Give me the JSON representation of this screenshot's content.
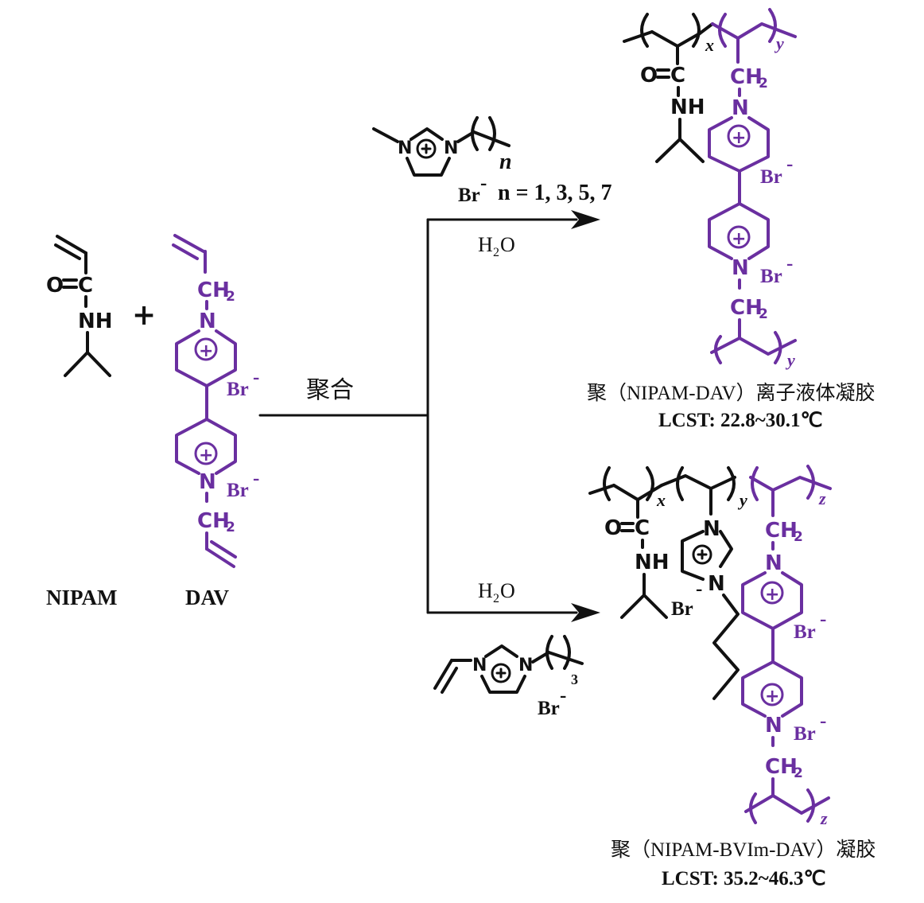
{
  "scheme": {
    "reactants": {
      "nipam": {
        "label": "NIPAM",
        "atoms": {
          "O": "O",
          "C": "C",
          "NH": "NH"
        }
      },
      "plus": "+",
      "dav": {
        "label": "DAV",
        "atoms": {
          "CH": "CH",
          "sub2": "2",
          "N": "N",
          "Br": "Br",
          "minus": "-",
          "charge": "+"
        }
      }
    },
    "polymerization_label": "聚合",
    "upper_route": {
      "reagent": {
        "atoms": {
          "N": "N",
          "Br": "Br",
          "minus": "-",
          "n": "n"
        },
        "condition": "n = 1, 3, 5, 7"
      },
      "solvent": {
        "H": "H",
        "sub": "2",
        "O": "O"
      },
      "product": {
        "subscripts": {
          "x": "x",
          "y": "y"
        },
        "caption": "聚（NIPAM-DAV）离子液体凝胶",
        "lcst": "LCST: 22.8~30.1℃"
      }
    },
    "lower_route": {
      "reagent": {
        "atoms": {
          "N": "N",
          "Br": "Br",
          "minus": "-",
          "n": "3"
        }
      },
      "solvent": {
        "H": "H",
        "sub": "2",
        "O": "O"
      },
      "product": {
        "subscripts": {
          "x": "x",
          "y": "y",
          "z": "z"
        },
        "caption": "聚（NIPAM-BVIm-DAV）凝胶",
        "lcst": "LCST: 35.2~46.3℃"
      }
    },
    "colors": {
      "monomer_black": "#111111",
      "dav_purple": "#6a2fa0"
    }
  }
}
